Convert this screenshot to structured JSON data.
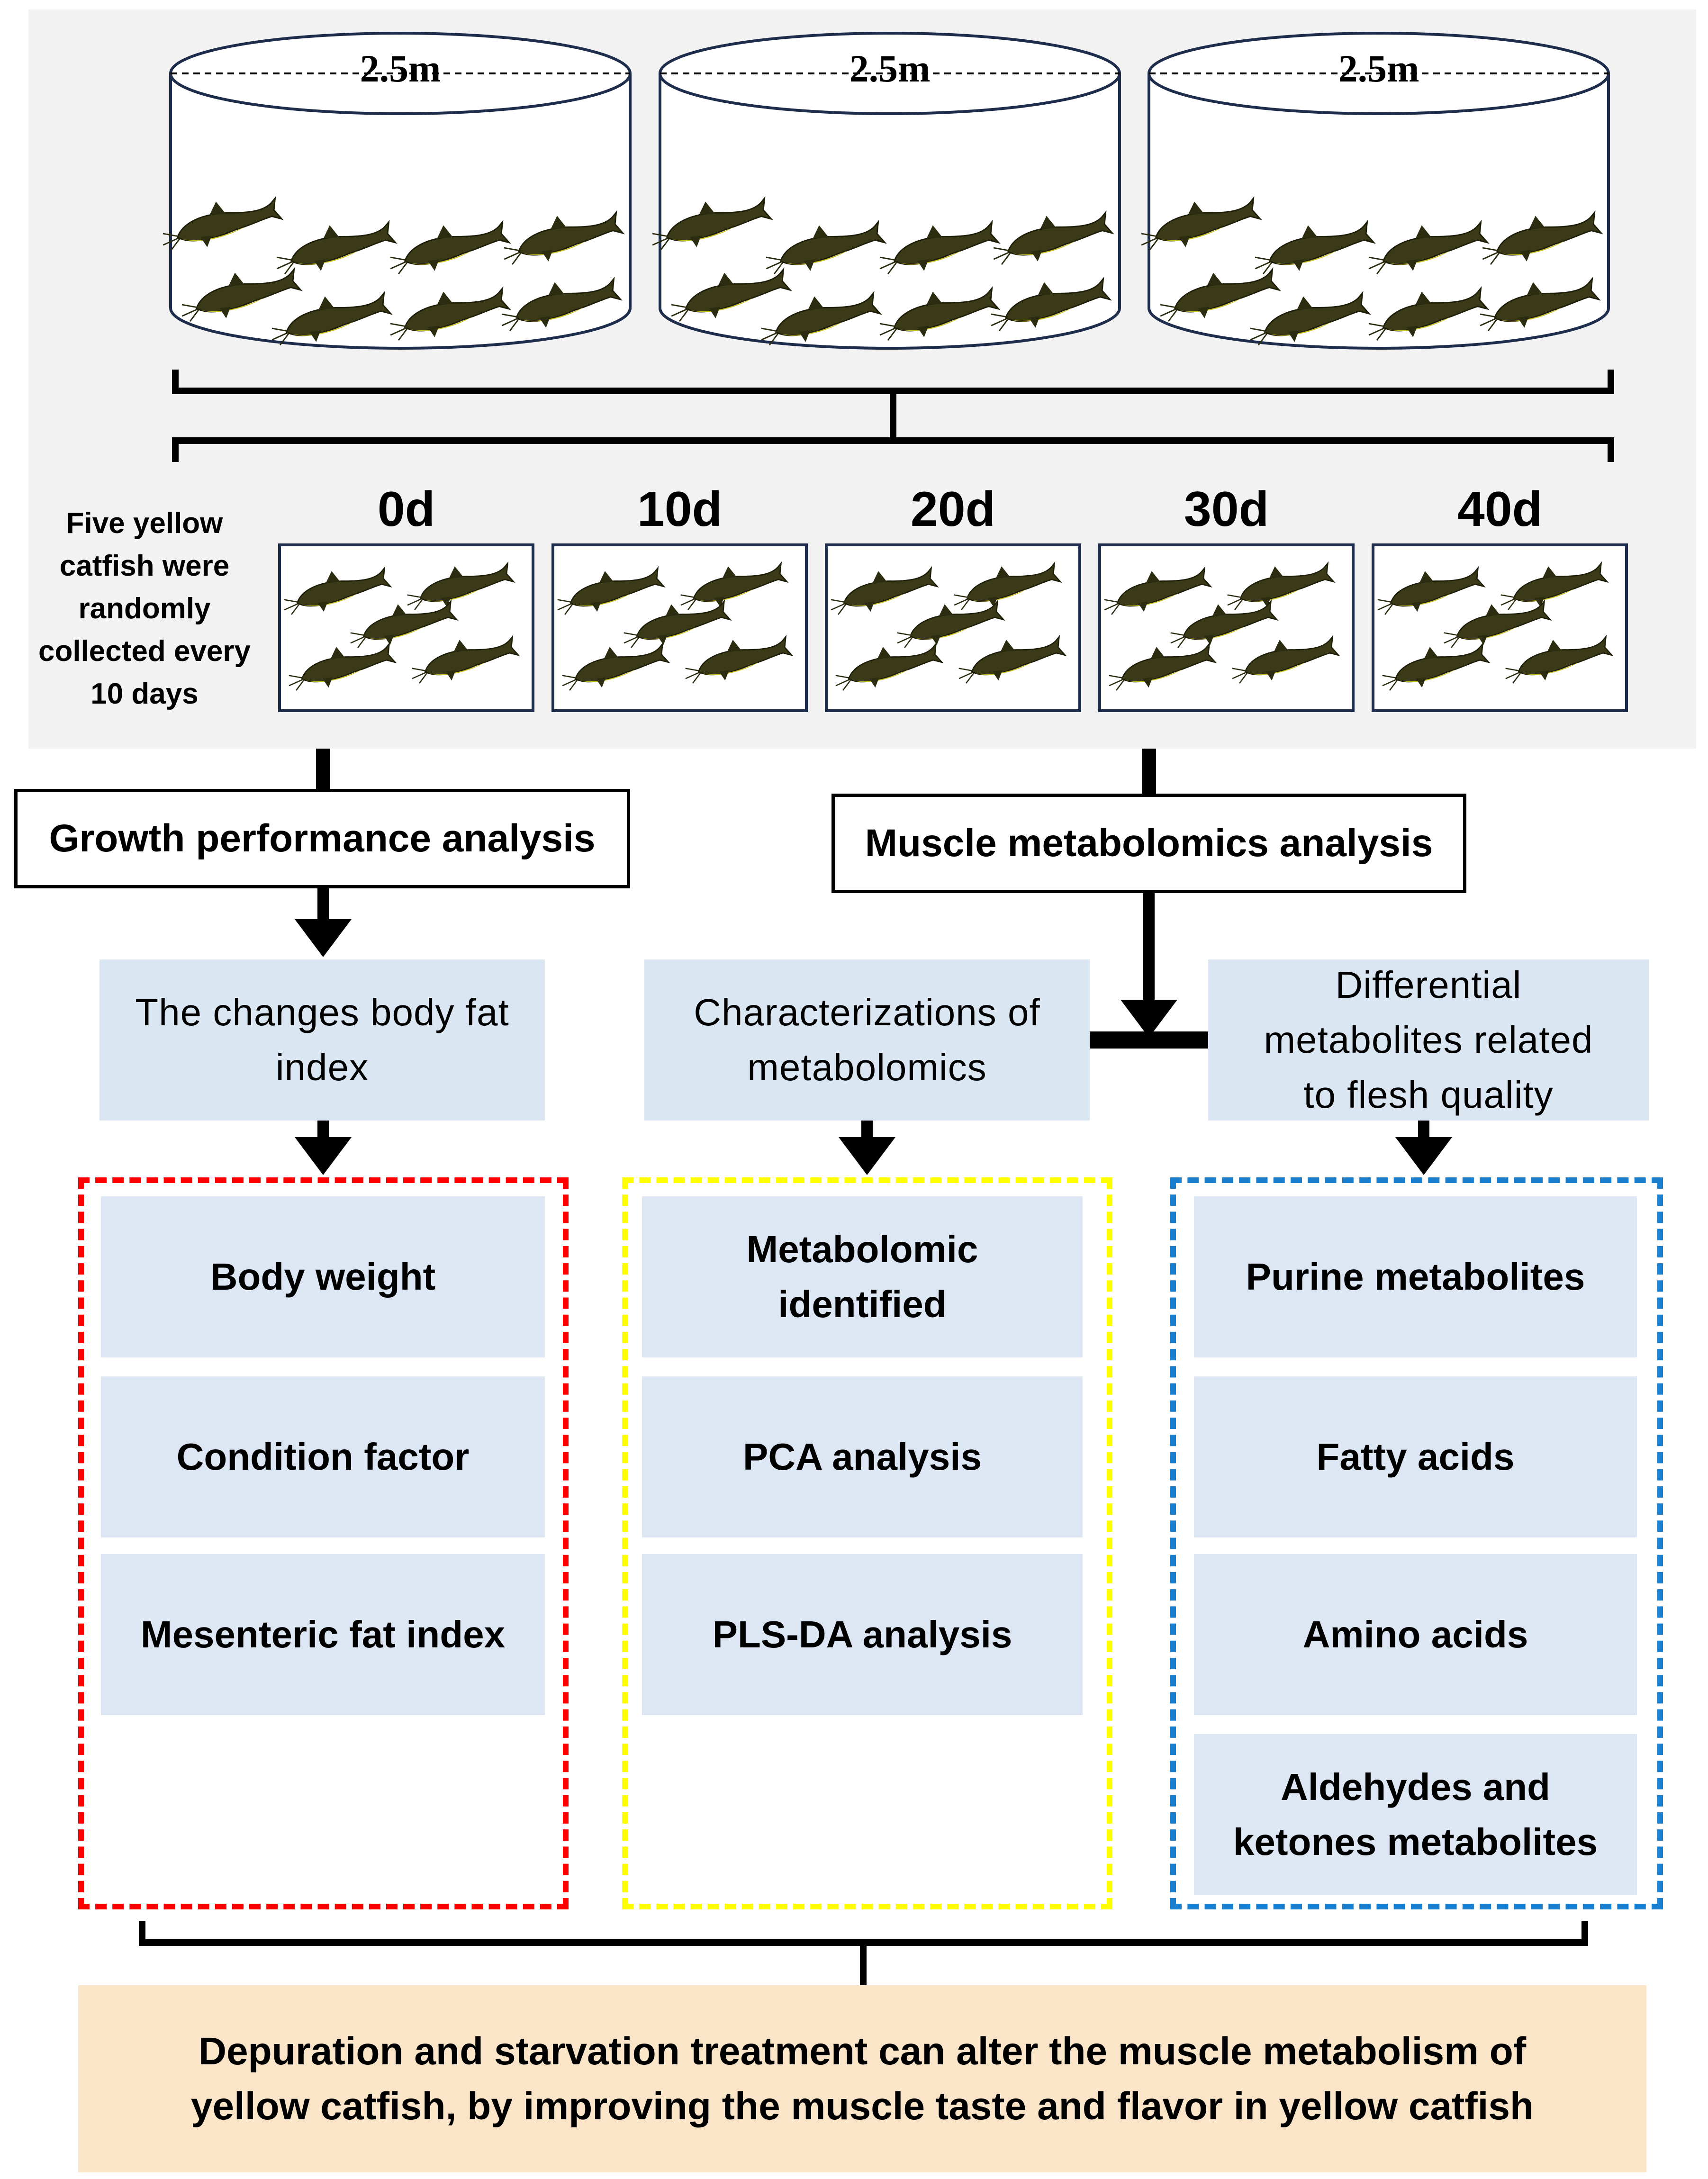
{
  "tanks": [
    {
      "diameter_label": "2.5m"
    },
    {
      "diameter_label": "2.5m"
    },
    {
      "diameter_label": "2.5m"
    }
  ],
  "sampling": {
    "note": "Five yellow catfish were randomly collected every 10 days",
    "days": [
      "0d",
      "10d",
      "20d",
      "30d",
      "40d"
    ]
  },
  "branches": {
    "growth": {
      "title": "Growth performance analysis",
      "subtitle": "The changes body fat index",
      "border_color": "#ff0000",
      "items": [
        "Body weight",
        "Condition factor",
        "Mesenteric fat index"
      ]
    },
    "metabolomics": {
      "title": "Muscle metabolomics analysis",
      "characterization": {
        "subtitle": "Characterizations of metabolomics",
        "border_color": "#ffff00",
        "items": [
          "Metabolomic identified",
          "PCA analysis",
          "PLS-DA analysis"
        ]
      },
      "differential": {
        "subtitle": "Differential metabolites related to flesh quality",
        "border_color": "#1a7fcf",
        "items": [
          "Purine metabolites",
          "Fatty acids",
          "Amino acids",
          "Aldehydes and ketones metabolites"
        ]
      }
    }
  },
  "conclusion": "Depuration and starvation treatment can alter the muscle metabolism of yellow catfish, by improving the muscle taste and flavor in yellow catfish"
}
